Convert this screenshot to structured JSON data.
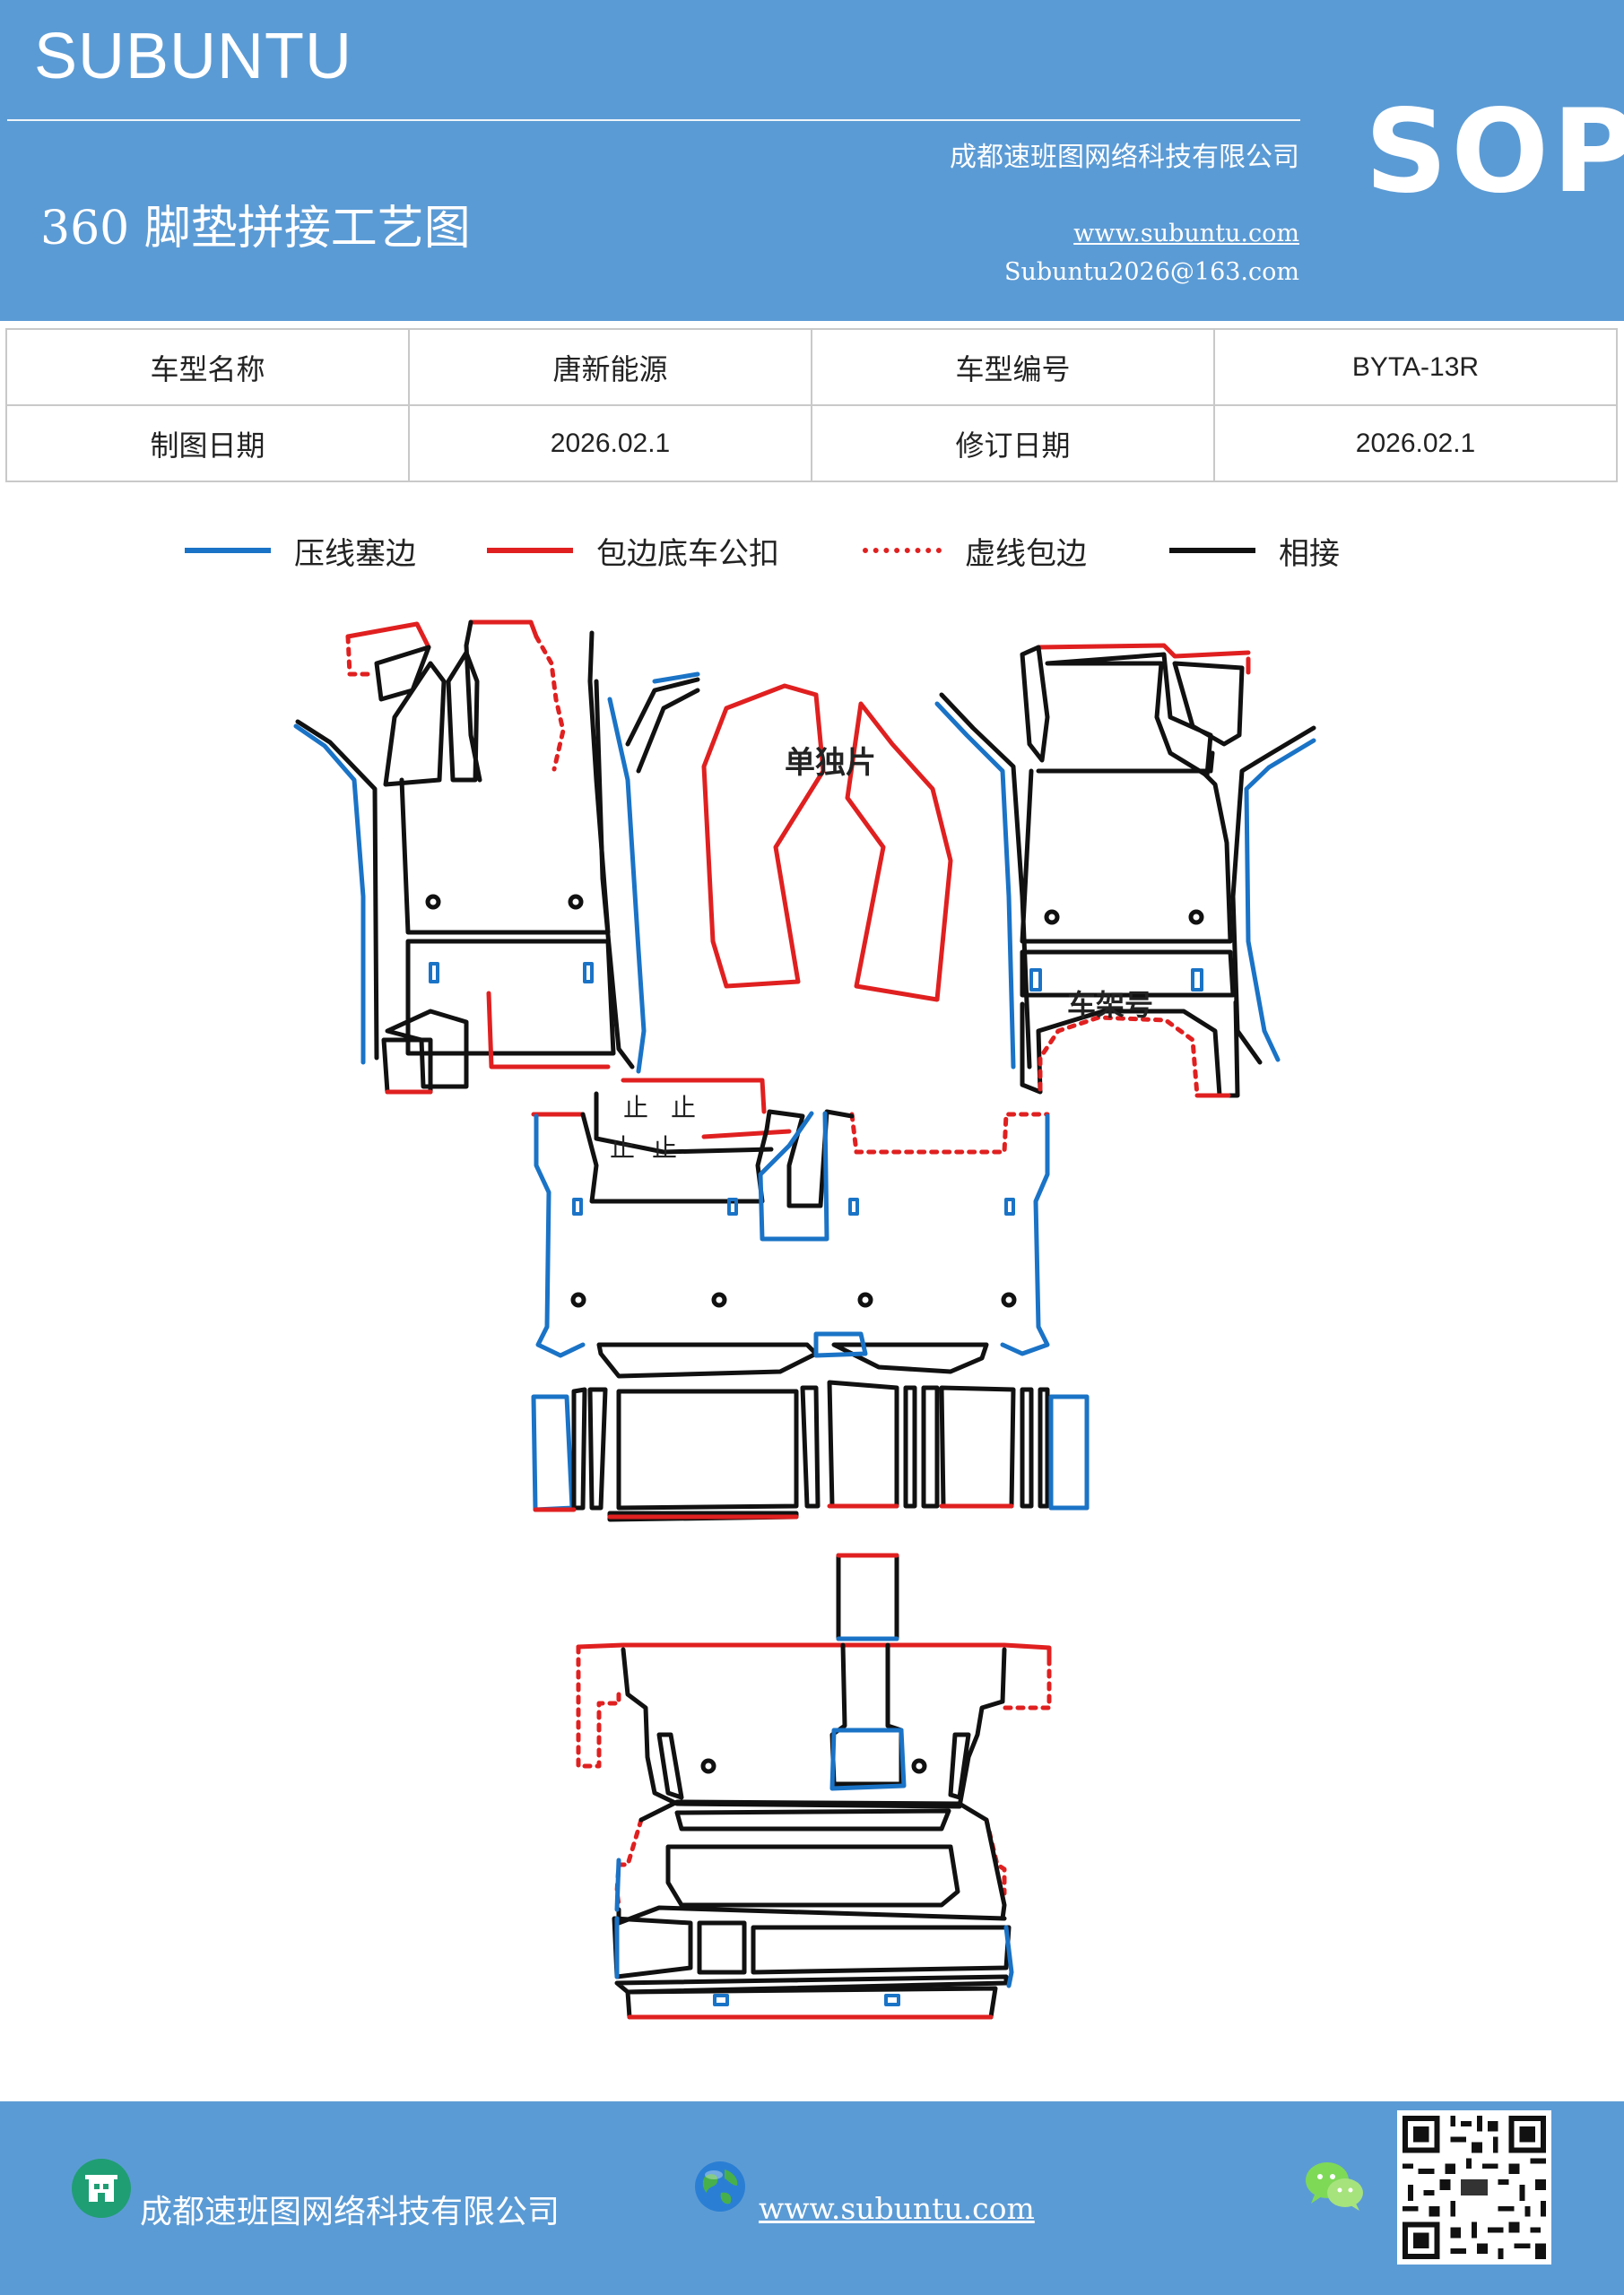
{
  "header": {
    "brand": "SUBUNTU",
    "company": "成都速班图网络科技有限公司",
    "title": "360 脚垫拼接工艺图",
    "website": "www.subuntu.com",
    "email": "Subuntu2026@163.com",
    "badge": "SOP"
  },
  "info_table": {
    "rows": [
      {
        "label1": "车型名称",
        "value1": "唐新能源",
        "label2": "车型编号",
        "value2": "BYTA-13R"
      },
      {
        "label1": "制图日期",
        "value1": "2026.02.1",
        "label2": "修订日期",
        "value2": "2026.02.1"
      }
    ]
  },
  "legend": [
    {
      "label": "压线塞边",
      "color": "#1a73c6",
      "style": "solid"
    },
    {
      "label": "包边底车公扣",
      "color": "#e02020",
      "style": "solid"
    },
    {
      "label": "虚线包边",
      "color": "#e02020",
      "style": "dotted"
    },
    {
      "label": "相接",
      "color": "#111111",
      "style": "solid"
    }
  ],
  "diagram": {
    "label_single_piece": "单独片",
    "label_vin": "车架号",
    "label_stop": "止",
    "colors": {
      "blue": "#1a73c6",
      "red": "#e02020",
      "black": "#111111"
    }
  },
  "footer": {
    "company": "成都速班图网络科技有限公司",
    "website": "www.subuntu.com",
    "icons": [
      "building-icon",
      "globe-icon",
      "wechat-icon",
      "qr-code"
    ]
  }
}
